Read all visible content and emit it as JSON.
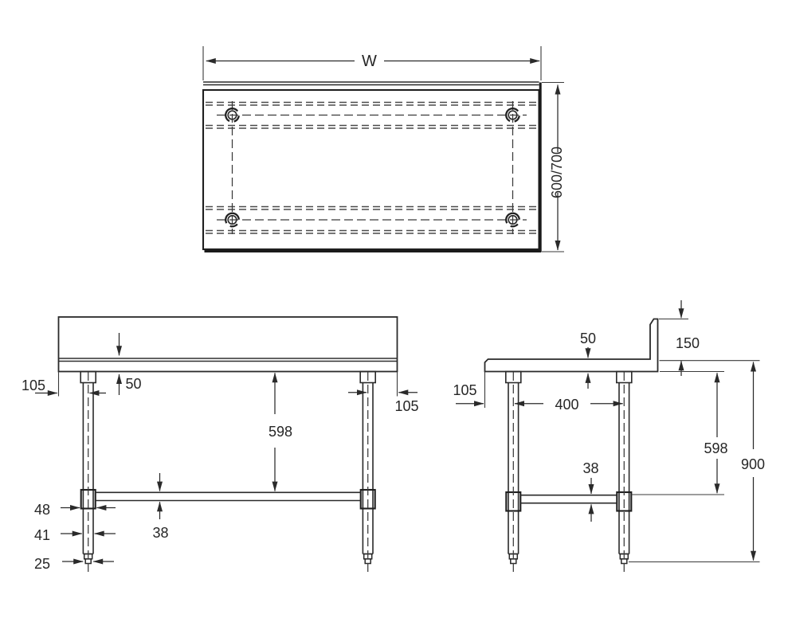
{
  "drawing": {
    "type": "technical-dimension-drawing",
    "subject": "work table with splashback - three orthographic views",
    "colors": {
      "line": "#2a2a2a",
      "text": "#262626",
      "background": "#ffffff"
    }
  },
  "plan_view": {
    "width_label": "W",
    "depth_label": "600/700"
  },
  "front_view": {
    "left_overhang": "105",
    "apron_height": "50",
    "underbar_height": "598",
    "right_overhang": "105",
    "sleeve_width": "48",
    "leg_width": "41",
    "foot_width": "25",
    "rail_thickness": "38"
  },
  "side_view": {
    "top_clearance": "50",
    "splashback_height": "150",
    "front_overhang": "105",
    "leg_spacing": "400",
    "rail_thickness": "38",
    "underbar_height": "598",
    "overall_height": "900"
  }
}
